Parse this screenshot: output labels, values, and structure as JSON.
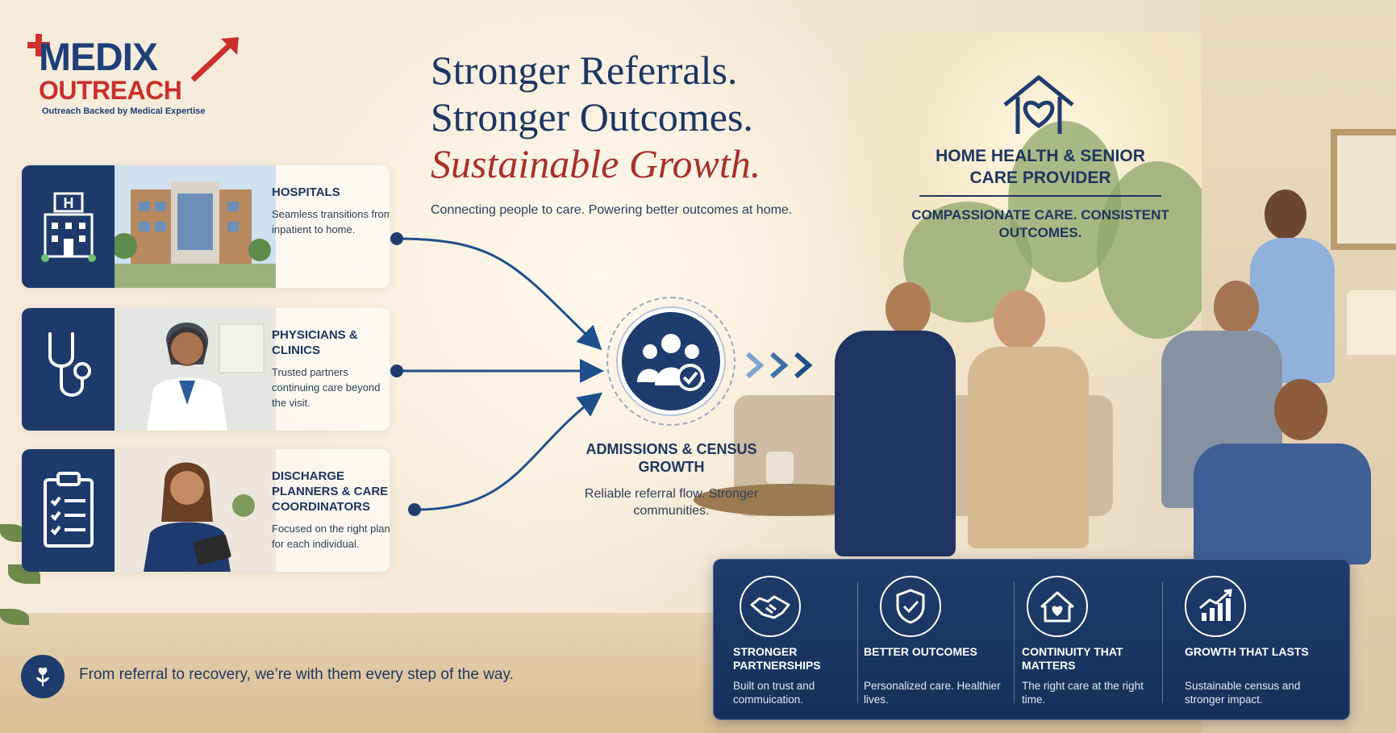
{
  "logo": {
    "brand_line1": "MEDIX",
    "brand_line2": "OUTREACH",
    "tagline": "Outreach Backed by Medical Expertise"
  },
  "headline": {
    "line1": "Stronger Referrals.",
    "line2": "Stronger Outcomes.",
    "line3": "Sustainable Growth.",
    "subline": "Connecting people to care. Powering better outcomes at home."
  },
  "sources": [
    {
      "title": "HOSPITALS",
      "description": "Seamless transitions from inpatient to home.",
      "icon": "hospital-icon"
    },
    {
      "title": "PHYSICIANS & CLINICS",
      "description": "Trusted partners continuing care beyond the visit.",
      "icon": "stethoscope-icon"
    },
    {
      "title": "DISCHARGE PLANNERS & CARE COORDINATORS",
      "description": "Focused on the right plan for each individual.",
      "icon": "clipboard-icon"
    }
  ],
  "hub": {
    "title": "ADMISSIONS & CENSUS GROWTH",
    "description": "Reliable referral flow. Stronger communities.",
    "icon": "group-check-icon"
  },
  "provider": {
    "title": "HOME HEALTH & SENIOR CARE PROVIDER",
    "tagline": "COMPASSIONATE CARE. CONSISTENT OUTCOMES.",
    "icon": "house-heart-icon"
  },
  "benefits": [
    {
      "title": "STRONGER PARTNERSHIPS",
      "description": "Built on trust and commuication.",
      "icon": "handshake-icon"
    },
    {
      "title": "BETTER OUTCOMES",
      "description": "Personalized care. Healthier lives.",
      "icon": "shield-check-icon"
    },
    {
      "title": "CONTINUITY THAT MATTERS",
      "description": "The right care at the right time.",
      "icon": "home-heart-icon"
    },
    {
      "title": "GROWTH THAT LASTS",
      "description": "Sustainable census and stronger impact.",
      "icon": "growth-chart-icon"
    }
  ],
  "footer": {
    "tagline": "From referral to recovery, we’re with them every step of the way.",
    "icon": "heart-sprout-icon"
  },
  "colors": {
    "navy": "#1e3c6e",
    "brand_red": "#c9302c",
    "cream": "#f6ebda"
  }
}
